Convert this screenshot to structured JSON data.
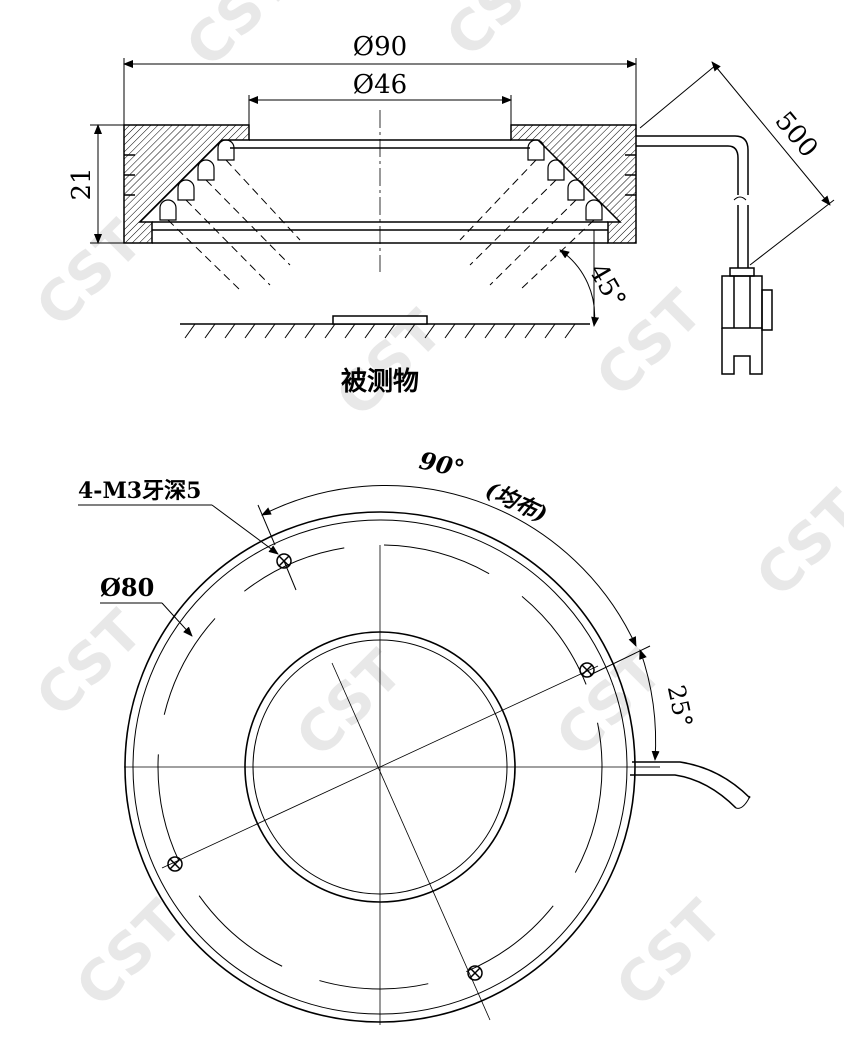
{
  "watermark": "CST",
  "side_view": {
    "outer_diameter": "Ø90",
    "inner_diameter": "Ø46",
    "height": "21",
    "cable_length": "500",
    "angle": "45°",
    "object_label": "被测物"
  },
  "top_view": {
    "thread_note": "4-M3牙深5",
    "bolt_circle": "Ø80",
    "spacing_angle": "90°",
    "spacing_note": "(均布)",
    "offset_angle": "25°"
  },
  "colors": {
    "line": "#000000",
    "watermark": "#e8e8e8"
  }
}
